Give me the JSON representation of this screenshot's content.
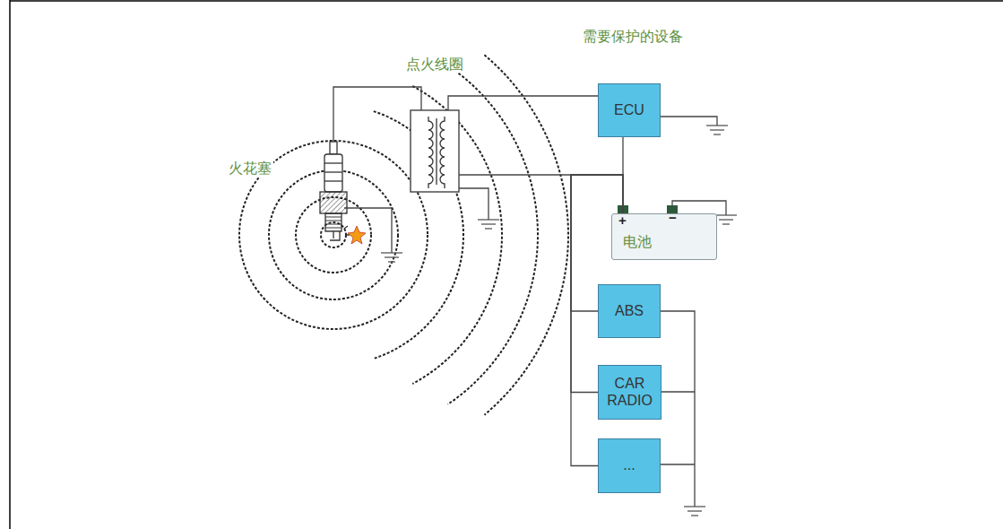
{
  "diagram": {
    "nodes": [
      {
        "text": [
          "ECU"
        ]
      },
      {
        "text": [
          "电池"
        ]
      },
      {
        "text": [
          "ABS"
        ]
      },
      {
        "text": [
          "CAR RADIO"
        ]
      },
      {
        "text": [
          "..."
        ]
      }
    ],
    "edges": [
      {
        "from": 0,
        "to": 1,
        "arrow": "none"
      },
      {
        "from": 1,
        "to": 2,
        "arrow": "none"
      },
      {
        "from": 1,
        "to": 3,
        "arrow": "none"
      },
      {
        "from": 1,
        "to": 4,
        "arrow": "none"
      }
    ],
    "labels": [
      "需要保护的设备",
      "点火线圈",
      "火花塞",
      "+",
      "−"
    ]
  }
}
